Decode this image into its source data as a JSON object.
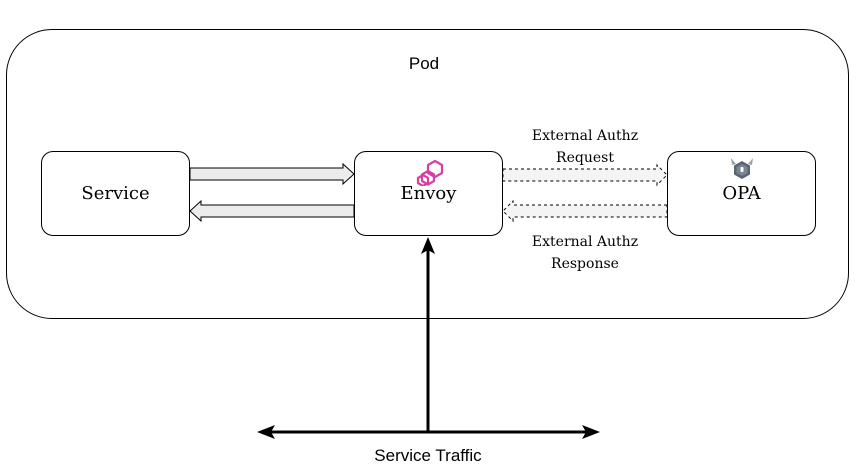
{
  "pod": {
    "label": "Pod"
  },
  "nodes": {
    "service": {
      "label": "Service"
    },
    "envoy": {
      "label": "Envoy",
      "icon": "envoy-logo-icon",
      "icon_color": "#d63fa5"
    },
    "opa": {
      "label": "OPA",
      "icon": "opa-logo-icon",
      "icon_color": "#596475"
    }
  },
  "edges": {
    "authz_request": {
      "label_line1": "External Authz",
      "label_line2": "Request"
    },
    "authz_response": {
      "label_line1": "External Authz",
      "label_line2": "Response"
    }
  },
  "traffic": {
    "label": "Service Traffic"
  },
  "colors": {
    "arrow_fill": "#ececec",
    "dashed_fill": "#f4f4f4",
    "stroke": "#000000"
  }
}
